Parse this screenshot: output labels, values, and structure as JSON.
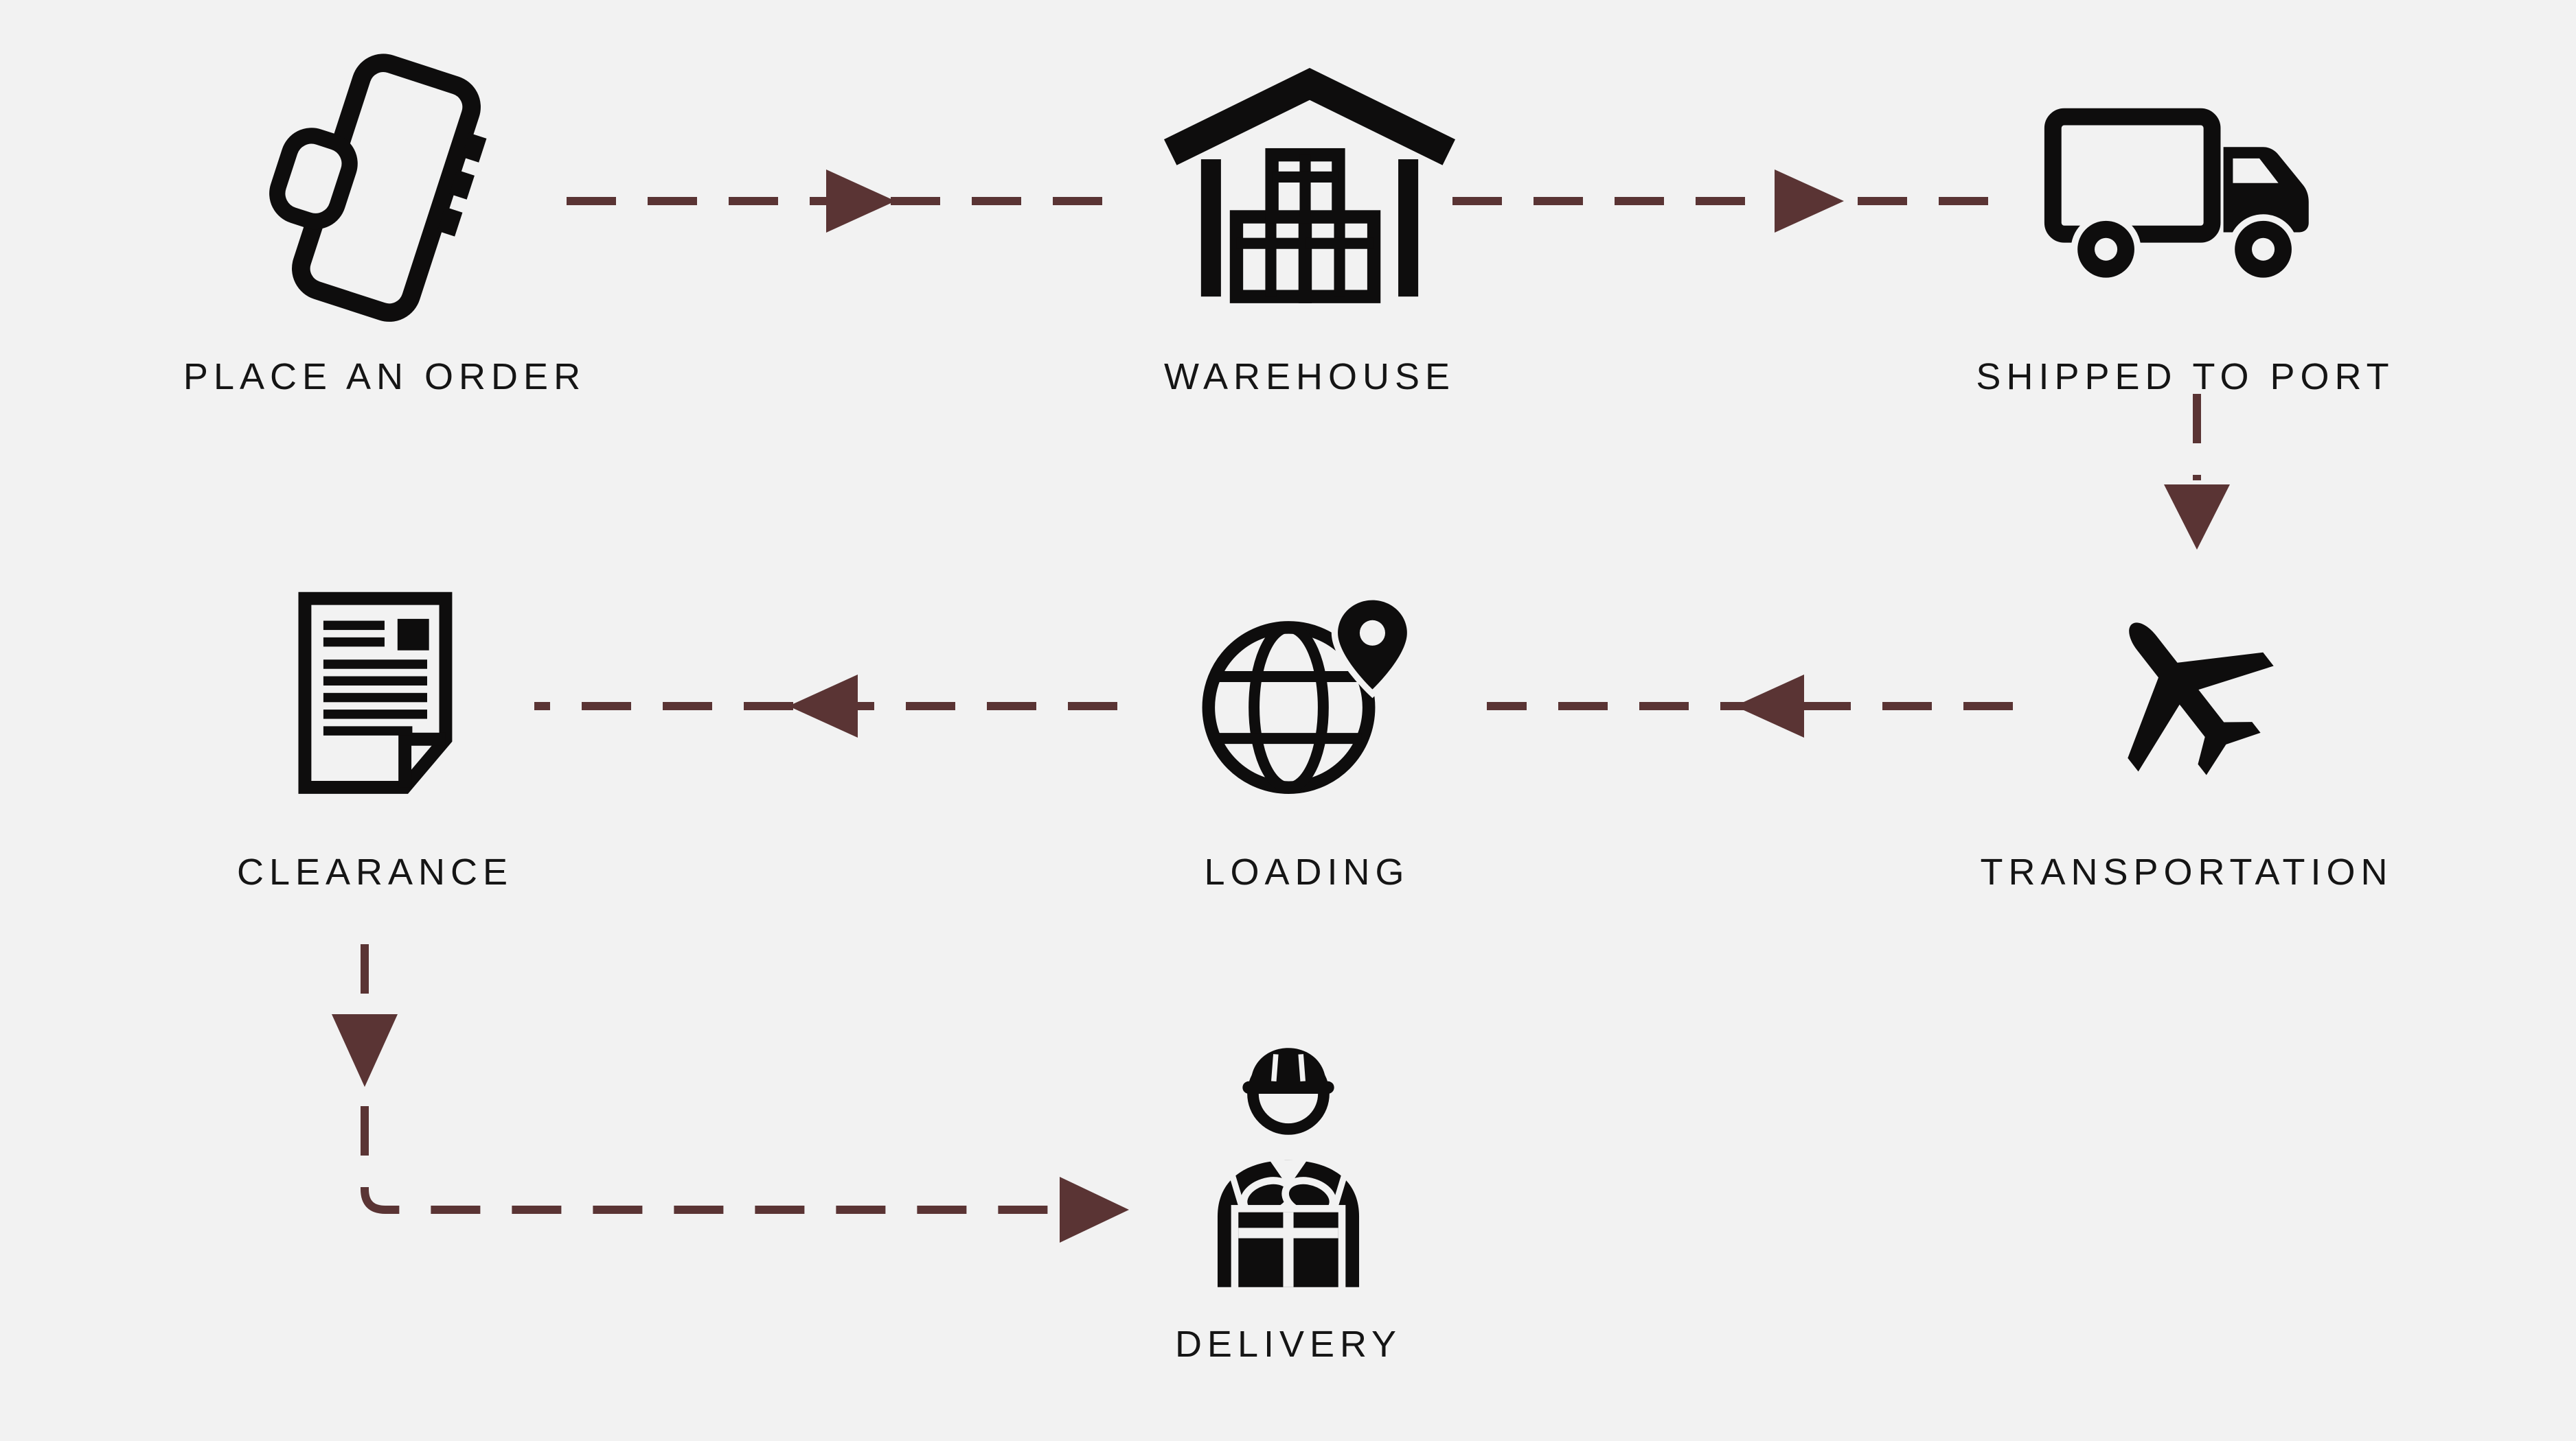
{
  "diagram": {
    "type": "process-flow",
    "colors": {
      "background": "#f2f2f2",
      "accent": "#5a3434",
      "icon": "#0e0d0d",
      "label_text": "#151515"
    },
    "steps": [
      {
        "id": "place-order",
        "label": "PLACE AN ORDER",
        "icon": "smartphone-order-icon"
      },
      {
        "id": "warehouse",
        "label": "WAREHOUSE",
        "icon": "warehouse-icon"
      },
      {
        "id": "shipped-to-port",
        "label": "SHIPPED TO PORT",
        "icon": "delivery-truck-icon"
      },
      {
        "id": "clearance",
        "label": "CLEARANCE",
        "icon": "document-icon"
      },
      {
        "id": "loading",
        "label": "LOADING",
        "icon": "globe-location-icon"
      },
      {
        "id": "transportation",
        "label": "TRANSPORTATION",
        "icon": "airplane-icon"
      },
      {
        "id": "delivery",
        "label": "DELIVERY",
        "icon": "courier-package-icon"
      }
    ],
    "connections": [
      {
        "from": "place-order",
        "to": "warehouse",
        "style": "dashed-arrow"
      },
      {
        "from": "warehouse",
        "to": "shipped-to-port",
        "style": "dashed-arrow"
      },
      {
        "from": "shipped-to-port",
        "to": "transportation",
        "style": "dashed-arrow"
      },
      {
        "from": "transportation",
        "to": "loading",
        "style": "dashed-arrow"
      },
      {
        "from": "loading",
        "to": "clearance",
        "style": "dashed-arrow"
      },
      {
        "from": "clearance",
        "to": "delivery",
        "style": "dashed-arrow-elbow"
      }
    ]
  }
}
